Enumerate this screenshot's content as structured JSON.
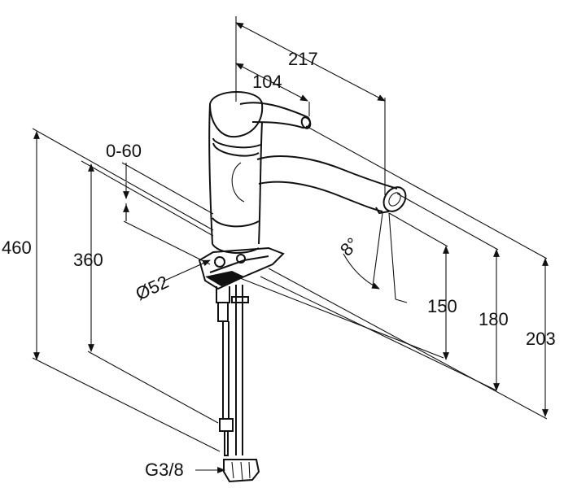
{
  "drawing": {
    "labels": {
      "d217": "217",
      "d104": "104",
      "d0_60": "0-60",
      "d460": "460",
      "d360": "360",
      "d52": "Ø52",
      "d8": "8°",
      "d150": "150",
      "d180": "180",
      "d203": "203",
      "g38": "G3/8"
    }
  }
}
